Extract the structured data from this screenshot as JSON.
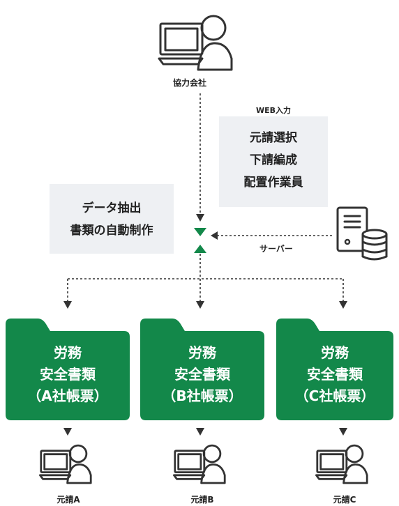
{
  "top_node": {
    "label": "協力会社",
    "icon": "computer-user-icon"
  },
  "web_input": {
    "caption": "WEB入力",
    "lines": [
      "元請選択",
      "下請編成",
      "配置作業員"
    ]
  },
  "extract_box": {
    "lines": [
      "データ抽出",
      "書類の自動制作"
    ]
  },
  "server": {
    "label": "サーバー",
    "icon": "server-database-icon"
  },
  "folders": [
    {
      "line1": "労務",
      "line2": "安全書類",
      "line3": "（A社帳票）"
    },
    {
      "line1": "労務",
      "line2": "安全書類",
      "line3": "（B社帳票）"
    },
    {
      "line1": "労務",
      "line2": "安全書類",
      "line3": "（C社帳票）"
    }
  ],
  "recipients": [
    {
      "label": "元請A"
    },
    {
      "label": "元請B"
    },
    {
      "label": "元請C"
    }
  ],
  "colors": {
    "accent": "#13884a",
    "box": "#eef0f3",
    "line": "#333333"
  }
}
